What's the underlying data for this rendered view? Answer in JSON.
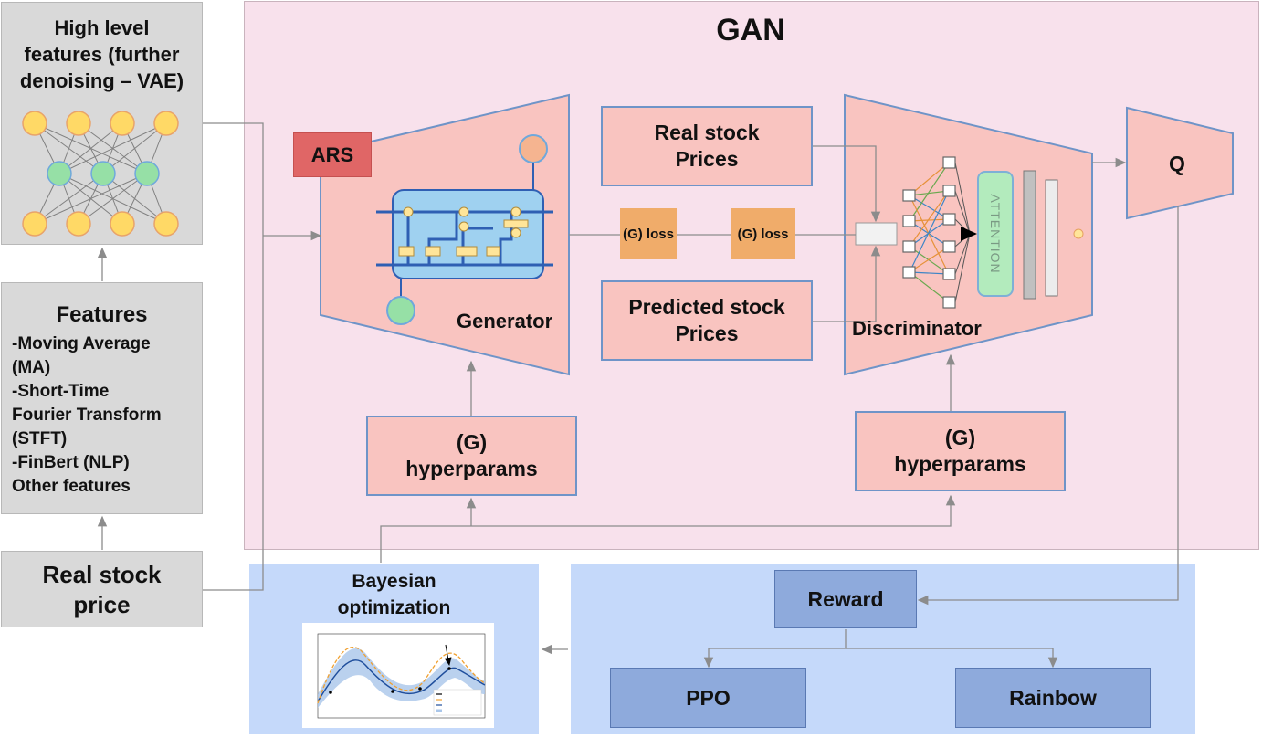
{
  "gan": {
    "title": "GAN",
    "ars_label": "ARS",
    "generator_label": "Generator",
    "discriminator_label": "Discriminator",
    "q_label": "Q",
    "attention_label": "ATTENTION"
  },
  "high_level": {
    "title_lines": [
      "High level",
      "features (further",
      "denoising – VAE)"
    ]
  },
  "features": {
    "title": "Features",
    "items": [
      "-Moving Average",
      "(MA)",
      "-Short-Time",
      "Fourier Transform",
      "(STFT)",
      "-FinBert (NLP)",
      "Other features"
    ]
  },
  "real_stock_price": {
    "lines": [
      "Real stock",
      "price"
    ]
  },
  "real_stock_prices": {
    "lines": [
      "Real stock",
      "Prices"
    ]
  },
  "predicted_stock_prices": {
    "lines": [
      "Predicted stock",
      "Prices"
    ]
  },
  "loss_left": "(G) loss",
  "loss_right": "(G) loss",
  "hyper_left": {
    "lines": [
      "(G)",
      "hyperparams"
    ]
  },
  "hyper_right": {
    "lines": [
      "(G)",
      "hyperparams"
    ]
  },
  "bayesian": {
    "title_lines": [
      "Bayesian",
      "optimization"
    ]
  },
  "rl": {
    "reward": "Reward",
    "ppo": "PPO",
    "rainbow": "Rainbow"
  },
  "colors": {
    "gan_bg": "#f8e1ec",
    "pink_box": "#f9c4c0",
    "loss": "#f0ac6a",
    "ars": "#e06666",
    "blue_panel": "#c5d9fa",
    "blue_box": "#8eaadc",
    "gray": "#d9d9d9",
    "attention": "#b3ebbd"
  }
}
